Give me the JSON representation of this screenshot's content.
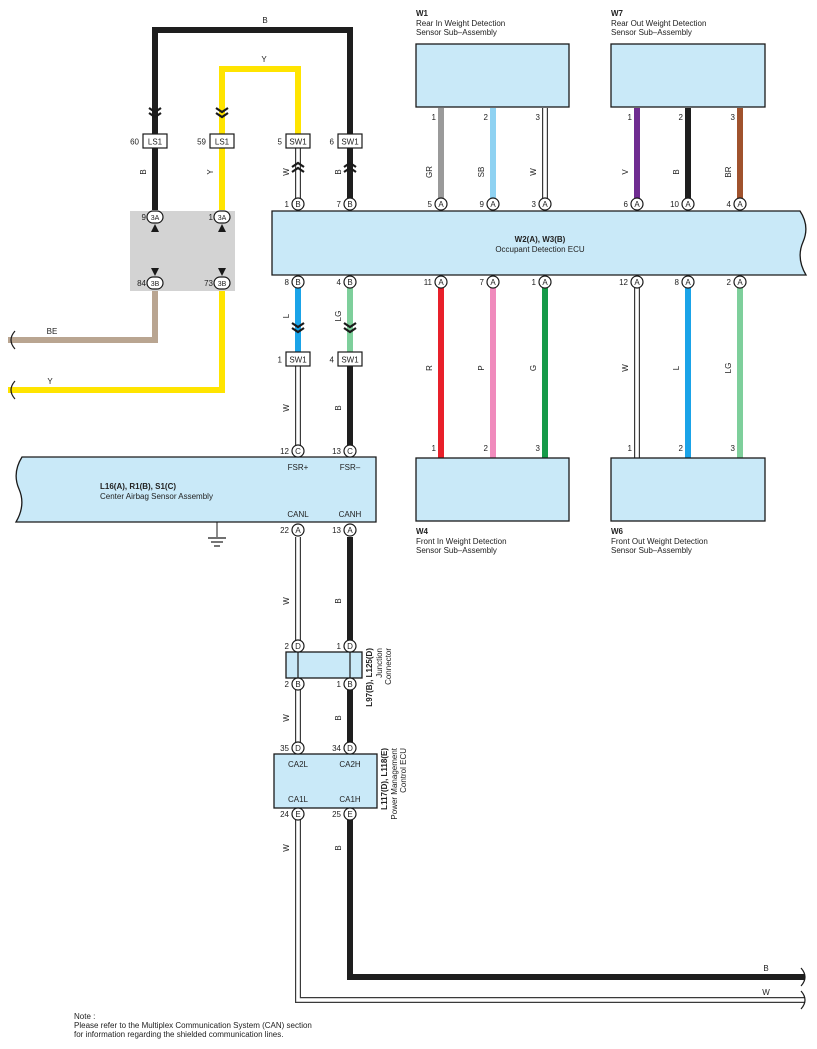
{
  "components": {
    "w1": {
      "code": "W1",
      "name": "Rear In Weight Detection\nSensor Sub–Assembly"
    },
    "w7": {
      "code": "W7",
      "name": "Rear Out Weight Detection\nSensor Sub–Assembly"
    },
    "ecu": {
      "code": "W2(A), W3(B)",
      "name": "Occupant Detection ECU"
    },
    "airbag": {
      "code": "L16(A), R1(B), S1(C)",
      "name": "Center Airbag Sensor Assembly"
    },
    "w4": {
      "code": "W4",
      "name": "Front In Weight Detection\nSensor Sub–Assembly"
    },
    "w6": {
      "code": "W6",
      "name": "Front Out Weight Detection\nSensor Sub–Assembly"
    },
    "jc": {
      "code": "L97(B), L125(D)",
      "name": "Junction\nConnector"
    },
    "pmc": {
      "code": "L117(D), L118(E)",
      "name": "Power Management\nControl ECU"
    },
    "jb": {
      "code": "",
      "name": ""
    }
  },
  "connectors": [
    {
      "id": "LS1",
      "pin": "60"
    },
    {
      "id": "LS1",
      "pin": "59"
    },
    {
      "id": "SW1",
      "pin": "5"
    },
    {
      "id": "SW1",
      "pin": "6"
    },
    {
      "id": "SW1",
      "pin": "1"
    },
    {
      "id": "SW1",
      "pin": "4"
    }
  ],
  "pins": [
    {
      "num": "9",
      "letter": "3A"
    },
    {
      "num": "1",
      "letter": "3A"
    },
    {
      "num": "84",
      "letter": "3B"
    },
    {
      "num": "73",
      "letter": "3B"
    },
    {
      "num": "1",
      "letter": "B"
    },
    {
      "num": "7",
      "letter": "B"
    },
    {
      "num": "5",
      "letter": "A"
    },
    {
      "num": "9",
      "letter": "A"
    },
    {
      "num": "3",
      "letter": "A"
    },
    {
      "num": "6",
      "letter": "A"
    },
    {
      "num": "10",
      "letter": "A"
    },
    {
      "num": "4",
      "letter": "A"
    },
    {
      "num": "8",
      "letter": "B"
    },
    {
      "num": "4",
      "letter": "B"
    },
    {
      "num": "11",
      "letter": "A"
    },
    {
      "num": "7",
      "letter": "A"
    },
    {
      "num": "1",
      "letter": "A"
    },
    {
      "num": "12",
      "letter": "A"
    },
    {
      "num": "8",
      "letter": "A"
    },
    {
      "num": "2",
      "letter": "A"
    },
    {
      "num": "12",
      "letter": "C"
    },
    {
      "num": "13",
      "letter": "C"
    },
    {
      "num": "22",
      "letter": "A"
    },
    {
      "num": "13",
      "letter": "A"
    },
    {
      "num": "2",
      "letter": "D"
    },
    {
      "num": "1",
      "letter": "D"
    },
    {
      "num": "2",
      "letter": "B"
    },
    {
      "num": "1",
      "letter": "B"
    },
    {
      "num": "35",
      "letter": "D"
    },
    {
      "num": "34",
      "letter": "D"
    },
    {
      "num": "24",
      "letter": "E"
    },
    {
      "num": "25",
      "letter": "E"
    }
  ],
  "sensor_pins": [
    "1",
    "2",
    "3",
    "1",
    "2",
    "3",
    "1",
    "2",
    "3",
    "1",
    "2",
    "3"
  ],
  "terminal_labels": [
    "FSR+",
    "FSR–",
    "CANL",
    "CANH",
    "CA2L",
    "CA2H",
    "CA1L",
    "CA1H"
  ],
  "wire_labels": [
    "B",
    "Y",
    "B",
    "Y",
    "W",
    "B",
    "GR",
    "SB",
    "W",
    "V",
    "B",
    "BR",
    "L",
    "LG",
    "W",
    "B",
    "R",
    "P",
    "G",
    "W",
    "L",
    "LG",
    "BE",
    "Y",
    "W",
    "B",
    "W",
    "B",
    "W",
    "B",
    "W",
    "B",
    "B",
    "W"
  ],
  "note": {
    "title": "Note :",
    "lines": [
      "Please refer to the Multiplex Communication System (CAN) section",
      "for information regarding the shielded communication lines."
    ]
  },
  "colors": {
    "B": "#1e1e1e",
    "Y": "#ffe400",
    "W": "#ffffff",
    "GR": "#9a9a9a",
    "SB": "#8fd2f2",
    "V": "#6f2c91",
    "BR": "#a0522d",
    "L": "#1aa3e8",
    "LG": "#7ecf9b",
    "R": "#e8202a",
    "P": "#f08bbd",
    "G": "#159a48",
    "BE": "#b9a591",
    "component_fill": "#c9e9f8",
    "junction_fill": "#d3d3d3"
  }
}
